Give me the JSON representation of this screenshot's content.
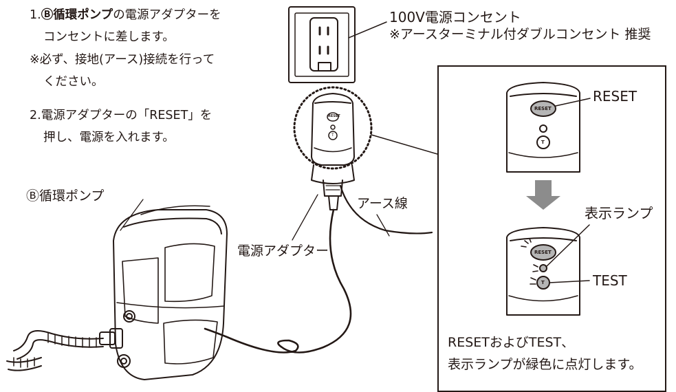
{
  "steps": {
    "step1": {
      "number": "1.",
      "pump_mark": "Ⓑ",
      "pump_name": "循環ポンプ",
      "line1_rest": "の電源アダプターを",
      "line2": "コンセントに差します。",
      "note_line1": "※必ず、接地(アース)接続を行って",
      "note_line2": "ください。"
    },
    "step2": {
      "line1": "2.電源アダプターの「RESET」を",
      "line2": "押し、電源を入れます。"
    }
  },
  "labels": {
    "outlet_title": "100V電源コンセント",
    "outlet_note": "※アースターミナル付ダブルコンセント 推奨",
    "pump": "Ⓑ循環ポンプ",
    "earth_wire": "アース線",
    "adapter": "電源アダプター"
  },
  "adapter_faces": {
    "reset_tiny": "RESET",
    "t_tiny": "T"
  },
  "callout": {
    "reset_label": "RESET",
    "indicator_label": "表示ランプ",
    "test_label": "TEST",
    "reset_button": "RESET",
    "t_button": "T",
    "result_line1": "RESETおよびTEST、",
    "result_line2": "表示ランプが緑色に点灯します。"
  },
  "colors": {
    "ink": "#231815",
    "arrow_gray": "#8c8c8c",
    "button_gray": "#b5b5b5"
  }
}
